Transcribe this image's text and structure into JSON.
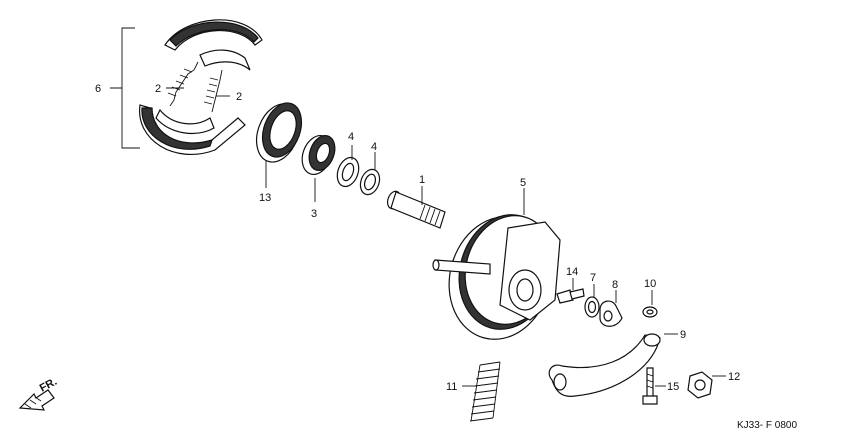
{
  "callouts": [
    {
      "id": "lbl-6",
      "text": "6"
    },
    {
      "id": "lbl-2a",
      "text": "2"
    },
    {
      "id": "lbl-2b",
      "text": "2"
    },
    {
      "id": "lbl-13",
      "text": "13"
    },
    {
      "id": "lbl-3",
      "text": "3"
    },
    {
      "id": "lbl-4a",
      "text": "4"
    },
    {
      "id": "lbl-4b",
      "text": "4"
    },
    {
      "id": "lbl-1",
      "text": "1"
    },
    {
      "id": "lbl-5",
      "text": "5"
    },
    {
      "id": "lbl-14",
      "text": "14"
    },
    {
      "id": "lbl-7",
      "text": "7"
    },
    {
      "id": "lbl-8",
      "text": "8"
    },
    {
      "id": "lbl-10",
      "text": "10"
    },
    {
      "id": "lbl-9",
      "text": "9"
    },
    {
      "id": "lbl-11",
      "text": "11"
    },
    {
      "id": "lbl-15",
      "text": "15"
    },
    {
      "id": "lbl-12",
      "text": "12"
    }
  ],
  "direction_label": "FR.",
  "diagram_code": "KJ33- F 0800"
}
